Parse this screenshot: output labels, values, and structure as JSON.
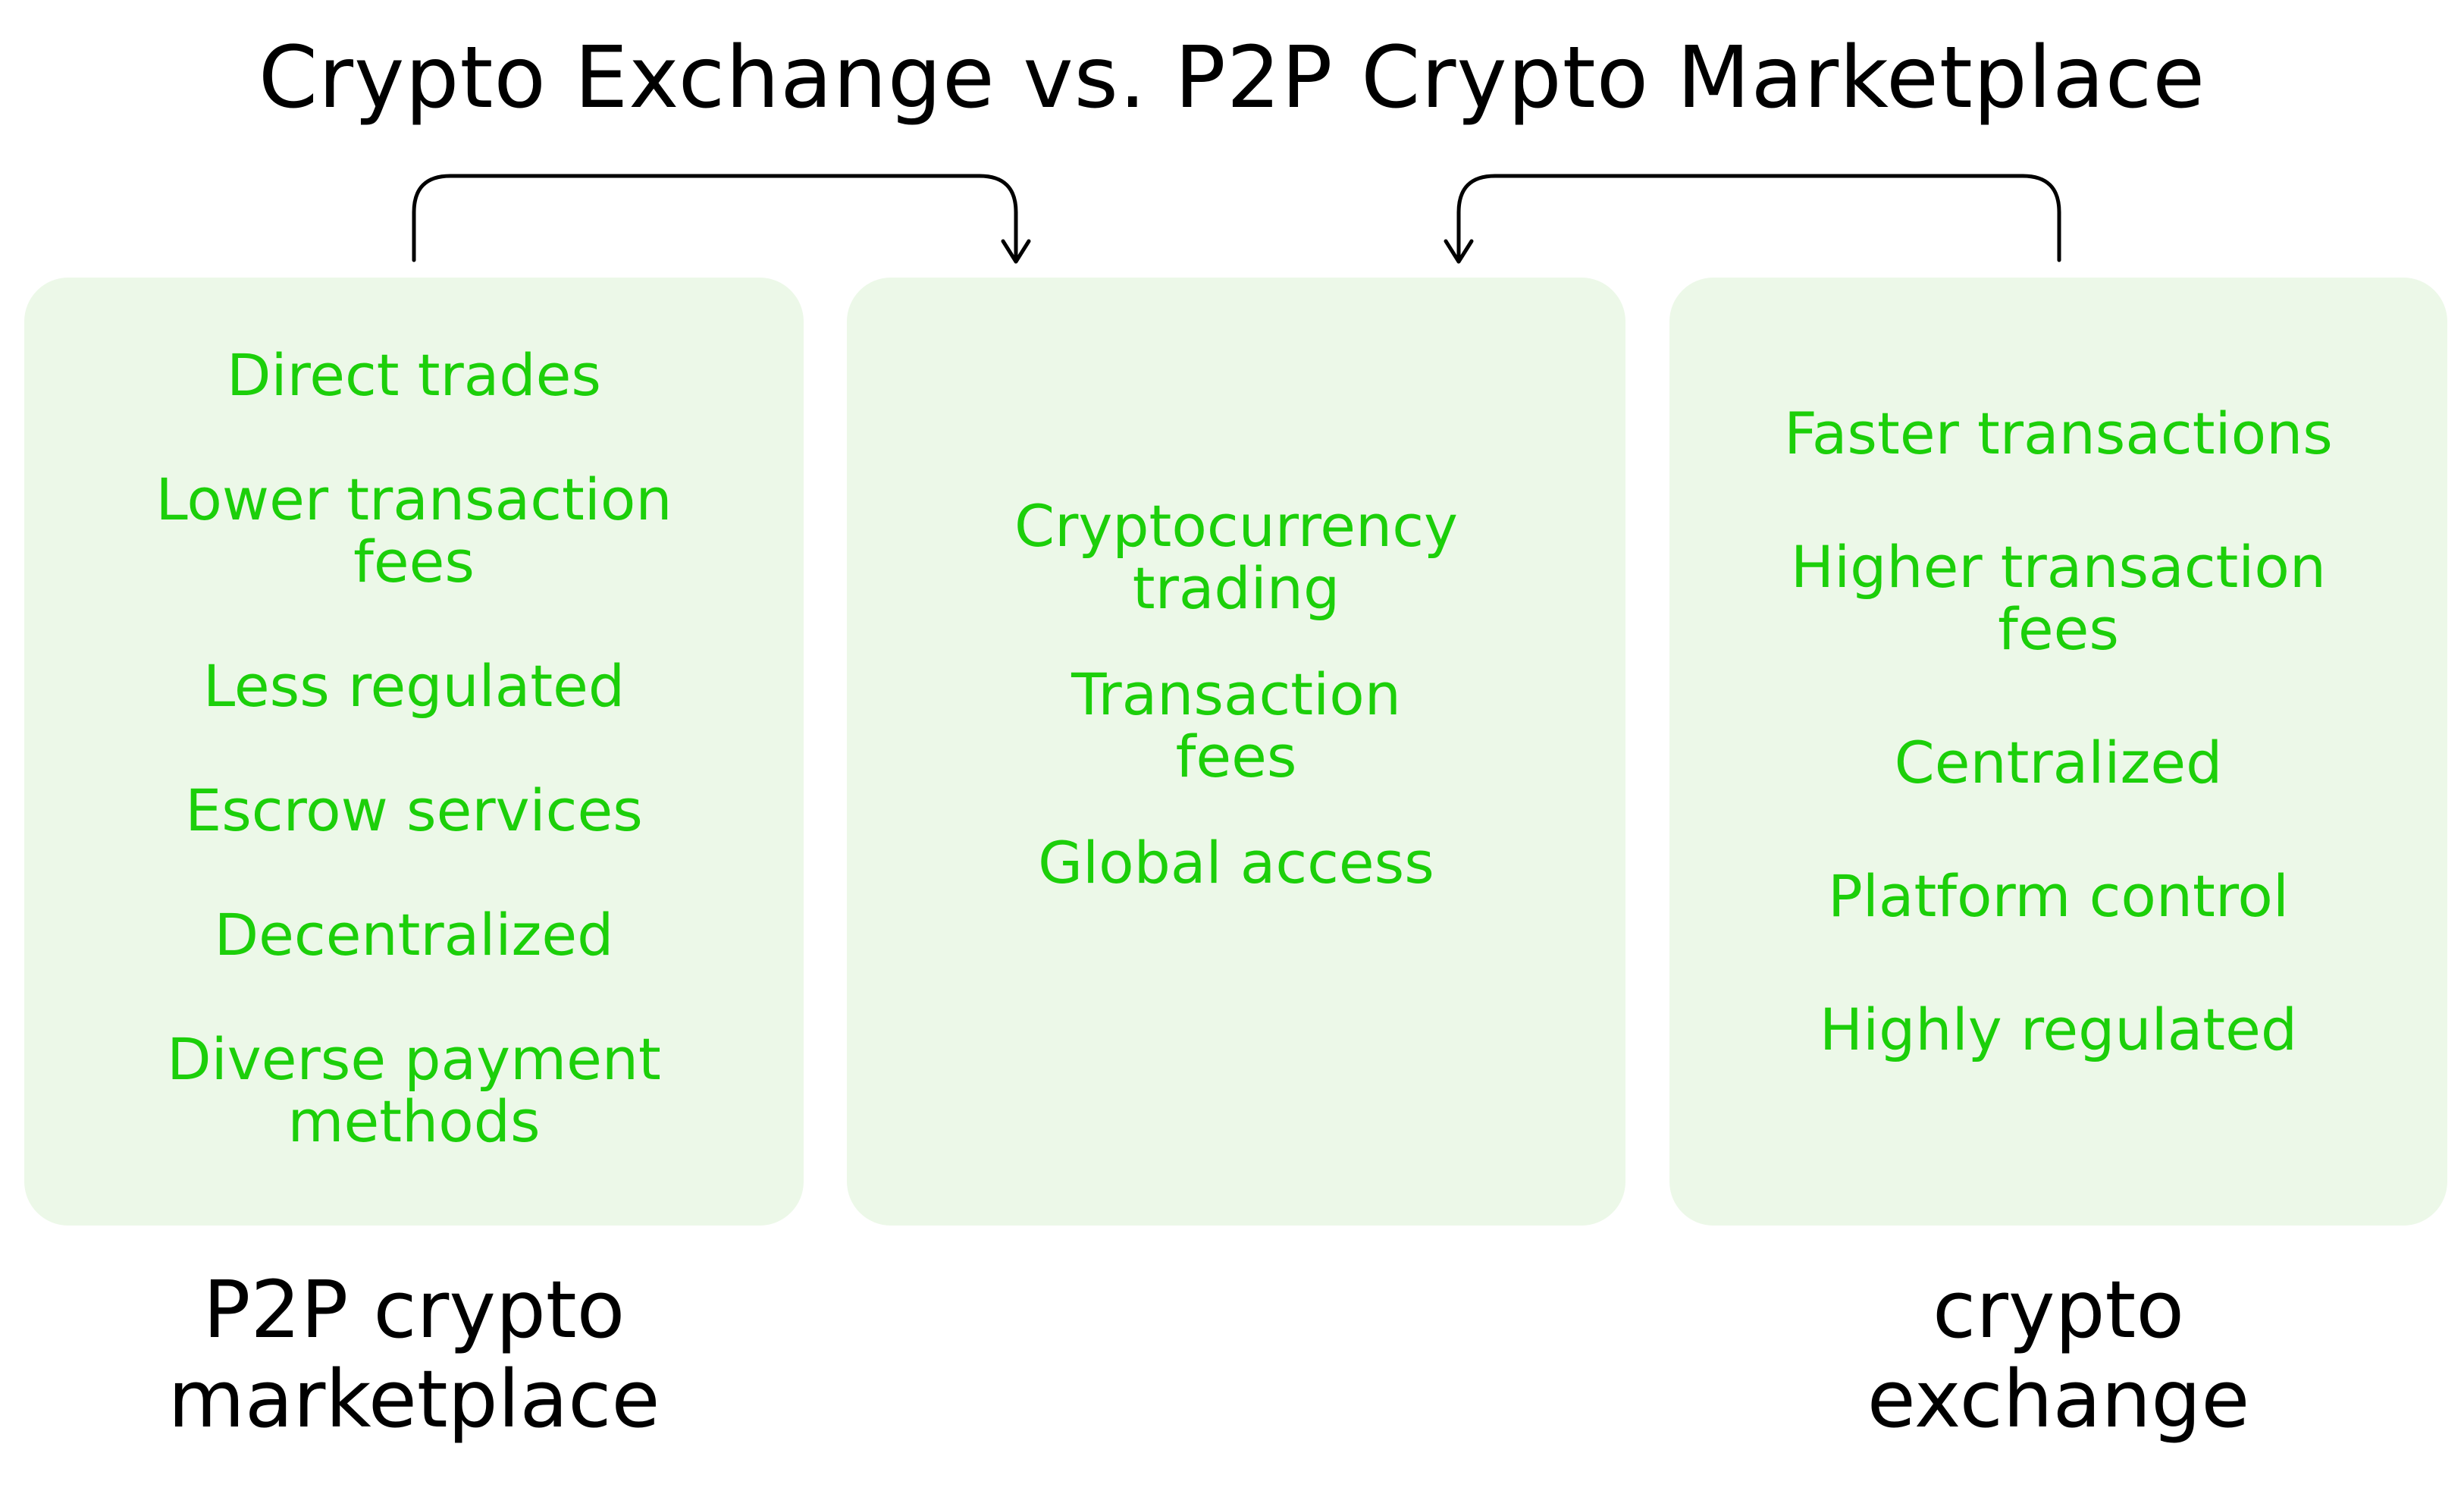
{
  "title": "Crypto Exchange vs. P2P Crypto Marketplace",
  "colors": {
    "panel_background": "#ecf8e8",
    "item_text": "#1ccf0a",
    "title_text": "#000000",
    "arrow_stroke": "#000000"
  },
  "panels": {
    "p2p": {
      "items": [
        "Direct trades",
        "Lower transaction\nfees",
        "Less regulated",
        "Escrow services",
        "Decentralized",
        "Diverse payment\nmethods"
      ]
    },
    "shared": {
      "items": [
        "Cryptocurrency\ntrading",
        "Transaction\nfees",
        "Global access"
      ]
    },
    "exchange": {
      "items": [
        "Faster transactions",
        "Higher transaction\nfees",
        "Centralized",
        "Platform control",
        "Highly regulated"
      ]
    }
  },
  "captions": {
    "left": "P2P crypto\nmarketplace",
    "right": "crypto\nexchange"
  },
  "arrows": [
    {
      "from": "p2p-panel",
      "to": "shared-panel",
      "icon": "curved-arrow-right-down"
    },
    {
      "from": "exchange-panel",
      "to": "shared-panel",
      "icon": "curved-arrow-left-down"
    }
  ]
}
